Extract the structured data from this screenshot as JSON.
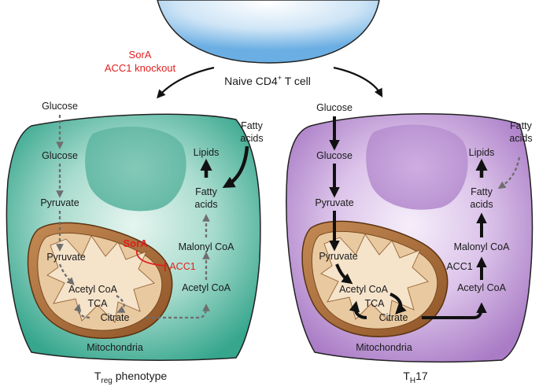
{
  "naive_cell": {
    "label": "Naive CD4",
    "superscript": "+",
    "label_suffix": " T cell"
  },
  "inhibitors": {
    "line1": "SorA",
    "line2": "ACC1 knockout"
  },
  "treg": {
    "caption_main": "T",
    "caption_sub": "reg",
    "caption_suffix": " phenotype",
    "glucose_outside": "Glucose",
    "glucose_inside": "Glucose",
    "pyruvate_cyto": "Pyruvate",
    "pyruvate_mito": "Pyruvate",
    "acetylcoa_mito": "Acetyl CoA",
    "tca": "TCA",
    "citrate": "Citrate",
    "mitochondria": "Mitochondria",
    "fatty_acids_outside_1": "Fatty",
    "fatty_acids_outside_2": "acids",
    "lipids": "Lipids",
    "fatty_acids_1": "Fatty",
    "fatty_acids_2": "acids",
    "malonyl_coa": "Malonyl CoA",
    "acc1": "ACC1",
    "acetylcoa_cyto": "Acetyl CoA",
    "sora": "SorA"
  },
  "th17": {
    "caption_main": "T",
    "caption_sub": "H",
    "caption_suffix": "17",
    "glucose_outside": "Glucose",
    "glucose_inside": "Glucose",
    "pyruvate_cyto": "Pyruvate",
    "pyruvate_mito": "Pyruvate",
    "acetylcoa_mito": "Acetyl CoA",
    "tca": "TCA",
    "citrate": "Citrate",
    "mitochondria": "Mitochondria",
    "fatty_acids_outside_1": "Fatty",
    "fatty_acids_outside_2": "acids",
    "lipids": "Lipids",
    "fatty_acids_1": "Fatty",
    "fatty_acids_2": "acids",
    "malonyl_coa": "Malonyl CoA",
    "acc1": "ACC1",
    "acetylcoa_cyto": "Acetyl CoA"
  },
  "colors": {
    "naive_cell": "#7fb8e6",
    "treg_cell": "#3fae96",
    "treg_nucleus": "#5fb8a5",
    "th17_cell": "#b98fd0",
    "th17_nucleus": "#b890d0",
    "mito_outer": "#9a5e2c",
    "mito_inner": "#e8c89f",
    "inhibition": "#e0201e"
  }
}
